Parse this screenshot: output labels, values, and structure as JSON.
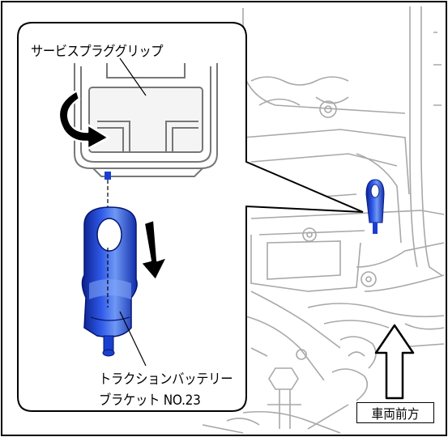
{
  "labels": {
    "service_plug_grip": "サービスプラググリップ",
    "bracket_line1": "トラクションバッテリー",
    "bracket_line2": "ブラケット NO.23",
    "vehicle_front": "車両前方"
  },
  "colors": {
    "part_blue": "#1a3fd0",
    "part_blue_light": "#4d7cf0",
    "part_blue_dark": "#0a1f8c",
    "line_gray": "#9a9a9a",
    "frame_black": "#000000"
  },
  "icons": {
    "rotate_arrow": "curved-rotate-arrow-icon",
    "pull_arrow": "down-arrow-icon",
    "front_arrow": "up-arrow-icon"
  }
}
